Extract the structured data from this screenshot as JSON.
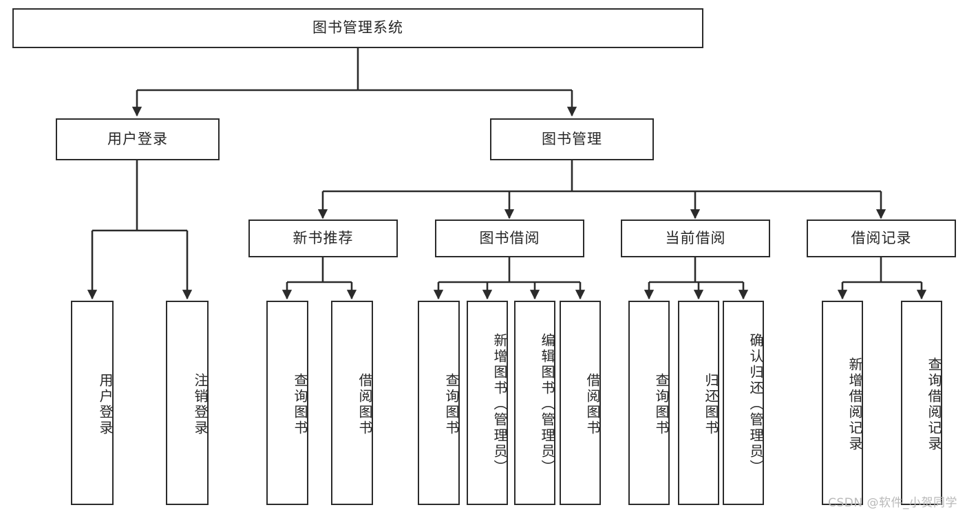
{
  "diagram": {
    "title": "图书管理系统",
    "watermark": "CSDN @软件_小贺同学",
    "colors": {
      "stroke": "#2b2b2b",
      "text": "#262626",
      "background": "#ffffff",
      "watermark": "#b9b9b9"
    },
    "root": {
      "label": "图书管理系统"
    },
    "level2": [
      {
        "label": "用户登录"
      },
      {
        "label": "图书管理"
      }
    ],
    "level3": [
      {
        "label": "新书推荐"
      },
      {
        "label": "图书借阅"
      },
      {
        "label": "当前借阅"
      },
      {
        "label": "借阅记录"
      }
    ],
    "leaves": [
      {
        "label": "用户登录",
        "parent": "用户登录"
      },
      {
        "label": "注销登录",
        "parent": "用户登录"
      },
      {
        "label": "查询图书",
        "parent": "新书推荐"
      },
      {
        "label": "借阅图书",
        "parent": "新书推荐"
      },
      {
        "label": "查询图书",
        "parent": "图书借阅"
      },
      {
        "label": "新增图书（管理员）",
        "parent": "图书借阅"
      },
      {
        "label": "编辑图书（管理员）",
        "parent": "图书借阅"
      },
      {
        "label": "借阅图书",
        "parent": "图书借阅"
      },
      {
        "label": "查询图书",
        "parent": "当前借阅"
      },
      {
        "label": "归还图书",
        "parent": "当前借阅"
      },
      {
        "label": "确认归还（管理员）",
        "parent": "当前借阅"
      },
      {
        "label": "新增借阅记录",
        "parent": "借阅记录"
      },
      {
        "label": "查询借阅记录",
        "parent": "借阅记录"
      }
    ]
  }
}
